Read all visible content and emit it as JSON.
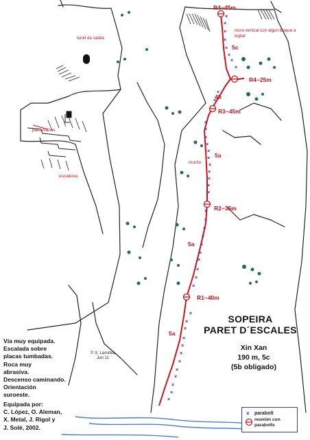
{
  "title": {
    "line1": "SOPEIRA",
    "line2": "PARET D´ESCALES"
  },
  "route": {
    "name": "Xin Xan",
    "summary": "190 m, 5c",
    "mandatory": "(5b obligado)"
  },
  "notes": [
    "Vía muy equipada.",
    "Escalada sobre",
    "placas tumbadas.",
    "Roca muy",
    "abrasiva.",
    "Descenso caminando.",
    "Orientación",
    "suroeste."
  ],
  "equipped_by": [
    "Equipada por:",
    "C. López, O. Aleman,",
    "X. Metal, J. Rigol y",
    "J. Solé, 2002."
  ],
  "credit": {
    "author": "© X. Larrefea",
    "date": "Jun 11"
  },
  "labels": {
    "tunnel": "tunel de salida",
    "rails": "pasamanos",
    "stairs": "escaleras",
    "wall_note": "muro vertical con algun bloque a vigilar",
    "small_wall": "murito"
  },
  "pitches": [
    {
      "label": "R1~40m",
      "grade": "5a"
    },
    {
      "label": "R2~35m",
      "grade": "5a"
    },
    {
      "label": "R3~45m",
      "grade": "5a"
    },
    {
      "label": "R4~25m",
      "grade": "4b"
    },
    {
      "label": "R4~45m",
      "grade": "5c"
    }
  ],
  "legend": {
    "bolt": "parabolt",
    "anchor": "reunión con parabolts"
  },
  "colors": {
    "route": "#d0111b",
    "bolt": "#2b2fb8",
    "rock": "#222222",
    "vegetation": "#1f6f4e",
    "water": "#4a7fd0"
  }
}
